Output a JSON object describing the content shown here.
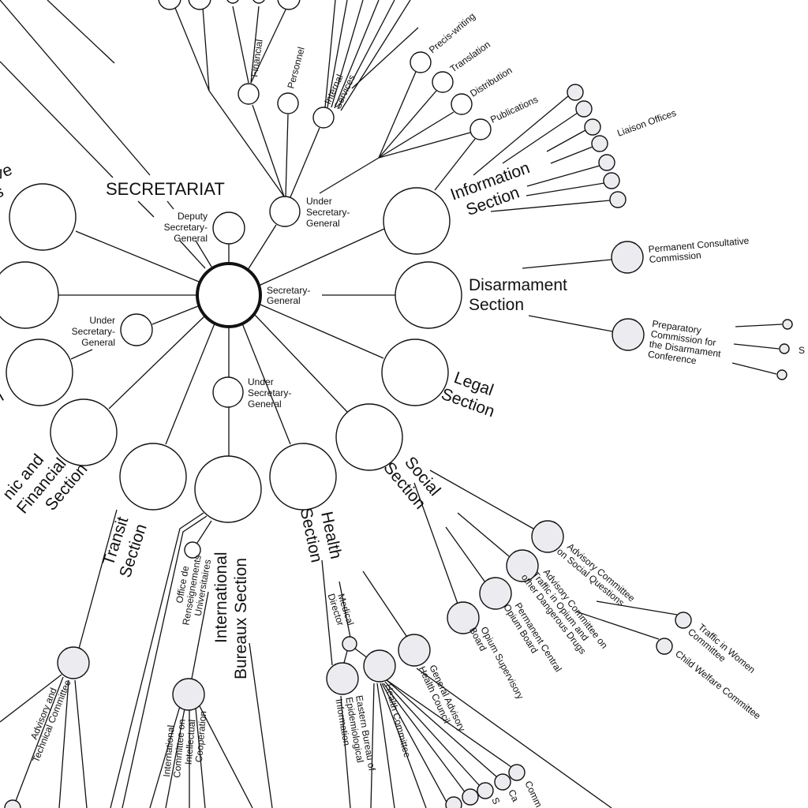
{
  "title": "SECRETARIAT",
  "colors": {
    "line": "#111111",
    "node_fill": "#ffffff",
    "subnode_fill": "#ececf0"
  },
  "center": {
    "label": [
      "Secretary-",
      "General"
    ]
  },
  "officials": {
    "deputy": [
      "Deputy",
      "Secretary-",
      "General"
    ],
    "under_top": [
      "Under",
      "Secretary-",
      "General"
    ],
    "under_left": [
      "Under",
      "Secretary-",
      "General"
    ],
    "under_bottom": [
      "Under",
      "Secretary-",
      "General"
    ]
  },
  "internal": {
    "financial": "Financial",
    "personnel": "Personnel",
    "internal_services": [
      "Internal",
      "Services"
    ],
    "precis": "Precis-writing",
    "translation": "Translation",
    "distribution": "Distribution",
    "publications": "Publications"
  },
  "sections": {
    "information": [
      "Information",
      "Section"
    ],
    "liaison": "Liaison Offices",
    "disarmament": [
      "Disarmament",
      "Section"
    ],
    "legal": [
      "Legal",
      "Section"
    ],
    "social": [
      "Social",
      "Section"
    ],
    "health": [
      "Health",
      "Section"
    ],
    "intl_bureaux": [
      "International",
      "Bureaux Section"
    ],
    "transit": [
      "Transit",
      "Section"
    ],
    "economic": [
      "nic and",
      "Financial",
      "Section"
    ],
    "partial_left": [
      "ve",
      "s"
    ],
    "partial_left2": "n"
  },
  "bodies": {
    "perm_consultative": [
      "Permanent Consultative",
      "Commission"
    ],
    "preparatory": [
      "Preparatory",
      "Commission for",
      "the Disarmament",
      "Conference"
    ],
    "prep_sub": "S",
    "adv_social": [
      "Advisory Committee",
      "on Social Questions"
    ],
    "traffic_women": [
      "Traffic in Women",
      "Committee"
    ],
    "child_welfare": "Child Welfare Committee",
    "adv_opium": [
      "Advisory Committee on",
      "Traffic in Opium and",
      "other Dangerous Drugs"
    ],
    "perm_opium": [
      "Permanent Central",
      "Opium Board"
    ],
    "opium_supervisory": [
      "Opium Supervisory",
      "Board"
    ],
    "medical_director": [
      "Medical",
      "Director"
    ],
    "eastern_bureau": [
      "Eastern Bureau of",
      "Epidemiological",
      "Information"
    ],
    "health_committee": "Health Committee",
    "gen_adv_health": [
      "General Advisory",
      "Health Council"
    ],
    "health_sub": [
      "Comm",
      "Ca",
      "S"
    ],
    "office_renseignements": [
      "Office de",
      "Renseignements",
      "Universitaires"
    ],
    "icic": [
      "International",
      "Committee on",
      "Intellectual",
      "Cooperation"
    ],
    "adv_technical": [
      "Advisory and",
      "Technical Committee"
    ]
  }
}
